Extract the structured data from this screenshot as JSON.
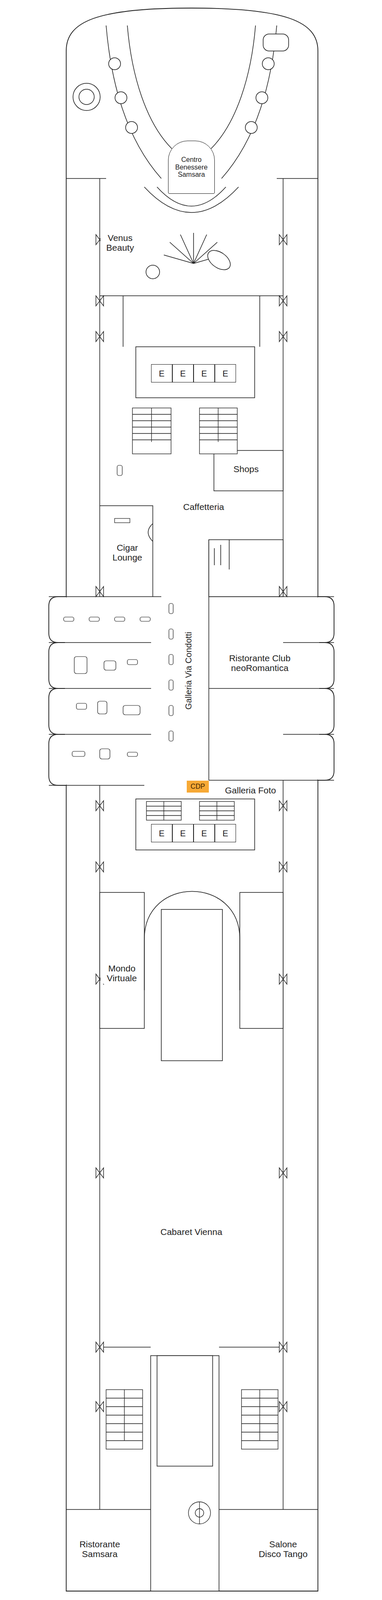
{
  "diagram": {
    "nodes": [
      {
        "text": [
          "Centro Benessere Samsara"
        ]
      },
      {
        "text": [
          "E"
        ]
      },
      {
        "text": [
          "E"
        ]
      },
      {
        "text": [
          "E"
        ]
      },
      {
        "text": [
          "E"
        ]
      },
      {
        "text": [
          "CDP"
        ]
      },
      {
        "text": [
          "E"
        ]
      },
      {
        "text": [
          "E"
        ]
      },
      {
        "text": [
          "E"
        ]
      },
      {
        "text": [
          "E"
        ]
      }
    ],
    "labels": [
      "Venus Beauty",
      "Shops",
      "Caffetteria",
      "Cigar Lounge",
      "Ristorante Club neoRomantica",
      "Galleria Via Condotti",
      "Galleria Foto",
      "Mondo Virtuale",
      "Cabaret Vienna",
      "Ristorante Samsara",
      "Salone Disco Tango"
    ]
  }
}
